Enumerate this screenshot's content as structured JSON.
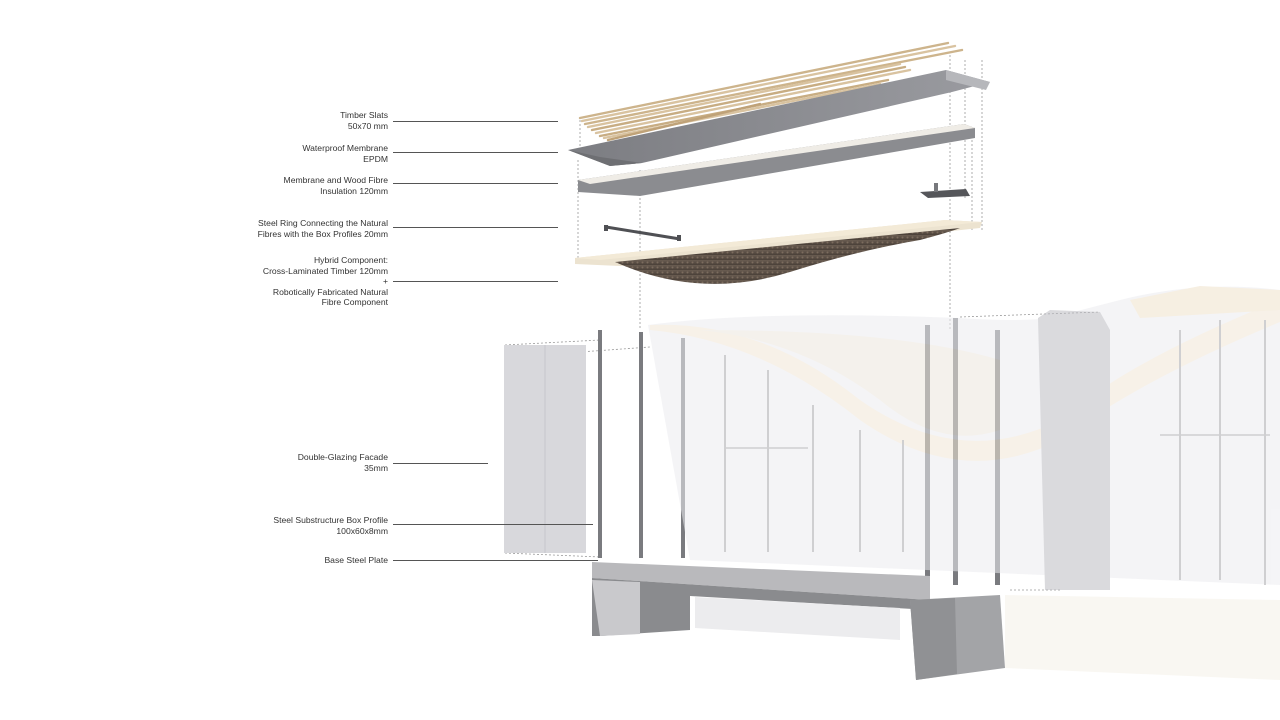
{
  "diagram": {
    "type": "exploded-axonometric-detail",
    "colors": {
      "timber": "#d9c3a0",
      "membrane": "#8e8f93",
      "insulation": "#efece6",
      "fibre": "#5b5048",
      "steel": "#6f7075",
      "glass": "#e4e4ea",
      "concrete": "#a7a8ab",
      "leader": "#555555",
      "text": "#333333"
    },
    "labels": [
      {
        "id": "timber-slats",
        "lines": [
          "Timber Slats",
          "50x70 mm"
        ]
      },
      {
        "id": "waterproof-membrane",
        "lines": [
          "Waterproof Membrane",
          "EPDM"
        ]
      },
      {
        "id": "insulation",
        "lines": [
          "Membrane and Wood Fibre",
          "Insulation 120mm"
        ]
      },
      {
        "id": "steel-ring",
        "lines": [
          "Steel Ring Connecting the Natural",
          "Fibres with the Box Profiles 20mm"
        ]
      },
      {
        "id": "hybrid-component",
        "lines": [
          "Hybrid Component:",
          "Cross-Laminated Timber 120mm",
          "+",
          "Robotically Fabricated Natural",
          "Fibre Component"
        ]
      },
      {
        "id": "double-glazing",
        "lines": [
          "Double-Glazing Facade",
          "35mm"
        ]
      },
      {
        "id": "box-profile",
        "lines": [
          "Steel Substructure Box Profile",
          "100x60x8mm"
        ]
      },
      {
        "id": "base-plate",
        "lines": [
          "Base Steel Plate"
        ]
      }
    ]
  }
}
